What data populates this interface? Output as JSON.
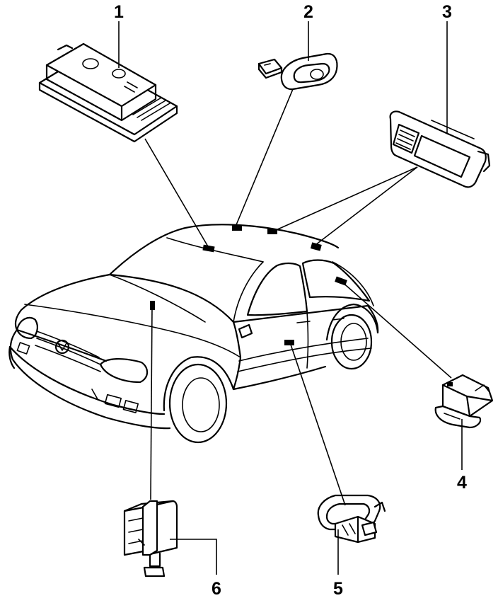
{
  "callouts": [
    {
      "label": "1",
      "part": "front-interior-light"
    },
    {
      "label": "2",
      "part": "rear-reading-light"
    },
    {
      "label": "3",
      "part": "rear-interior-light"
    },
    {
      "label": "4",
      "part": "luggage-compartment-light"
    },
    {
      "label": "5",
      "part": "door-contact-light"
    },
    {
      "label": "6",
      "part": "bonnet-contact-switch"
    }
  ]
}
